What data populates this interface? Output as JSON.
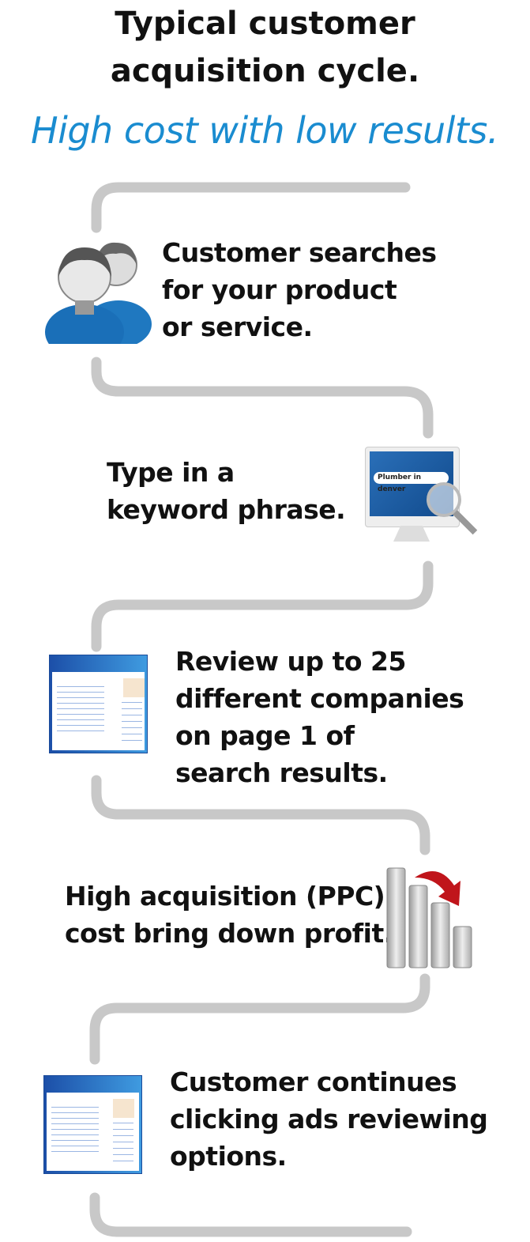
{
  "header": {
    "title_line1": "Typical customer",
    "title_line2": "acquisition cycle.",
    "subtitle": "High cost with low results."
  },
  "steps": [
    {
      "lines": [
        "Customer searches",
        "for your product",
        "or service."
      ],
      "icon": "users-icon"
    },
    {
      "lines": [
        "Type in a",
        "keyword phrase."
      ],
      "icon": "monitor-search-icon",
      "search_text": "Plumber in denver"
    },
    {
      "lines": [
        "Review up to 25",
        "different companies",
        "on page 1 of",
        "search results."
      ],
      "icon": "browser-window-icon"
    },
    {
      "lines": [
        "High acquisition (PPC)",
        "cost bring down profit."
      ],
      "icon": "declining-bar-chart-icon"
    },
    {
      "lines": [
        "Customer continues",
        "clicking ads reviewing",
        "options."
      ],
      "icon": "browser-window-icon"
    }
  ],
  "colors": {
    "accent": "#1a8cd0",
    "connector": "#c8c8c8",
    "arrow": "#c0151b"
  }
}
